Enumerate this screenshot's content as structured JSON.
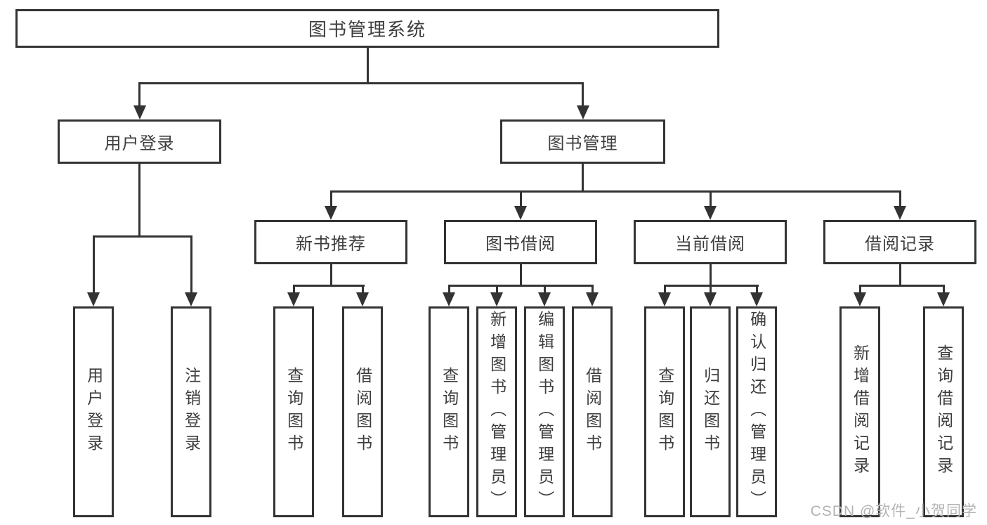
{
  "diagram": {
    "root": {
      "label": "图书管理系统"
    },
    "level2": [
      {
        "label": "用户登录"
      },
      {
        "label": "图书管理"
      }
    ],
    "level3": [
      {
        "label": "新书推荐"
      },
      {
        "label": "图书借阅"
      },
      {
        "label": "当前借阅"
      },
      {
        "label": "借阅记录"
      }
    ],
    "leaves": {
      "user_login": [
        "用户登录",
        "注销登录"
      ],
      "new_book": [
        "查询图书",
        "借阅图书"
      ],
      "book_borrow": [
        "查询图书",
        "新增图书（管理员）",
        "编辑图书（管理员）",
        "借阅图书"
      ],
      "current_borrow": [
        "查询图书",
        "归还图书",
        "确认归还（管理员）"
      ],
      "borrow_record": [
        "新增借阅记录",
        "查询借阅记录"
      ]
    }
  },
  "watermark": {
    "text": "CSDN @软件_小贺同学",
    "color": "#b3b3b3"
  },
  "colors": {
    "line": "#333333",
    "box_border": "#333333",
    "text": "#3d3d3d",
    "background": "#ffffff"
  }
}
